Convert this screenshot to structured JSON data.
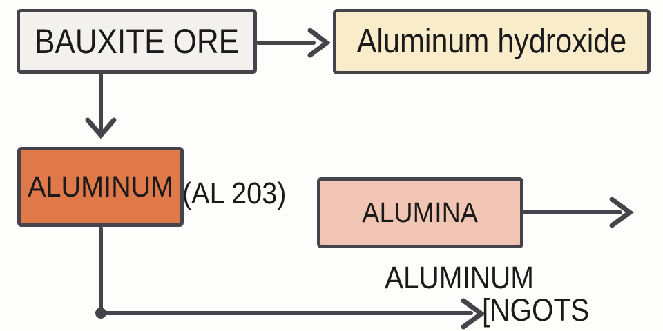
{
  "diagram": {
    "description": "Aluminum production flowchart",
    "colors": {
      "bg": "#fdfdfb",
      "stroke": "#46444b",
      "text": "#1a1a1a",
      "fill-bauxite": "#f2f1ee",
      "fill-hydroxide": "#f8ecca",
      "fill-aluminum": "#e0794a",
      "fill-alumina": "#f1c5b3"
    },
    "nodes": [
      {
        "id": "bauxite-ore",
        "label": "BAUXITE ORE"
      },
      {
        "id": "aluminum-hydroxide",
        "label": "Aluminum hydroxide"
      },
      {
        "id": "aluminum",
        "label": "ALUMINUM"
      },
      {
        "id": "alumina",
        "label": "ALUMINA"
      }
    ],
    "annotations": [
      {
        "id": "al2o3",
        "text": "(AL 203)"
      },
      {
        "id": "ingots-line1",
        "text": "ALUMINUM"
      },
      {
        "id": "ingots-line2",
        "text": "[NGOTS"
      }
    ],
    "edges": [
      {
        "from": "bauxite-ore",
        "to": "aluminum-hydroxide",
        "style": "arrow-right"
      },
      {
        "from": "bauxite-ore",
        "to": "aluminum",
        "style": "arrow-down"
      },
      {
        "from": "alumina",
        "to": "offscreen-right",
        "style": "arrow-right"
      },
      {
        "from": "aluminum",
        "to": "aluminum-ingots",
        "style": "elbow-arrow-with-junction-dot"
      }
    ]
  }
}
